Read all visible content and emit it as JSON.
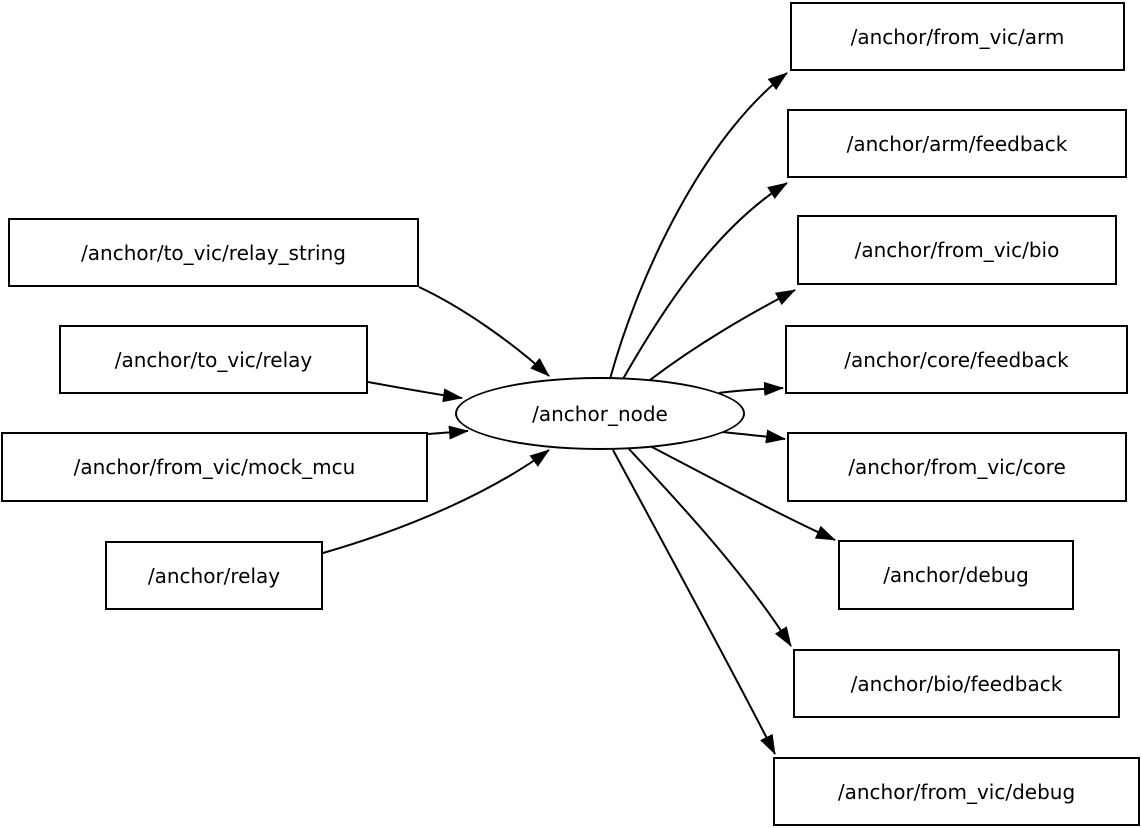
{
  "colors": {
    "background": "#ffffff",
    "node_border": "#000000",
    "edge": "#000000",
    "text": "#000000"
  },
  "graph": {
    "center_node": {
      "id": "anchor_node",
      "label": "/anchor_node",
      "shape": "ellipse"
    },
    "input_topics": [
      {
        "id": "to_vic_relay_string",
        "label": "/anchor/to_vic/relay_string"
      },
      {
        "id": "to_vic_relay",
        "label": "/anchor/to_vic/relay"
      },
      {
        "id": "from_vic_mock_mcu",
        "label": "/anchor/from_vic/mock_mcu"
      },
      {
        "id": "relay",
        "label": "/anchor/relay"
      }
    ],
    "output_topics": [
      {
        "id": "from_vic_arm",
        "label": "/anchor/from_vic/arm"
      },
      {
        "id": "arm_feedback",
        "label": "/anchor/arm/feedback"
      },
      {
        "id": "from_vic_bio",
        "label": "/anchor/from_vic/bio"
      },
      {
        "id": "core_feedback",
        "label": "/anchor/core/feedback"
      },
      {
        "id": "from_vic_core",
        "label": "/anchor/from_vic/core"
      },
      {
        "id": "debug",
        "label": "/anchor/debug"
      },
      {
        "id": "bio_feedback",
        "label": "/anchor/bio/feedback"
      },
      {
        "id": "from_vic_debug",
        "label": "/anchor/from_vic/debug"
      }
    ],
    "edges": [
      {
        "from": "to_vic_relay_string",
        "to": "anchor_node"
      },
      {
        "from": "to_vic_relay",
        "to": "anchor_node"
      },
      {
        "from": "from_vic_mock_mcu",
        "to": "anchor_node"
      },
      {
        "from": "relay",
        "to": "anchor_node"
      },
      {
        "from": "anchor_node",
        "to": "from_vic_arm"
      },
      {
        "from": "anchor_node",
        "to": "arm_feedback"
      },
      {
        "from": "anchor_node",
        "to": "from_vic_bio"
      },
      {
        "from": "anchor_node",
        "to": "core_feedback"
      },
      {
        "from": "anchor_node",
        "to": "from_vic_core"
      },
      {
        "from": "anchor_node",
        "to": "debug"
      },
      {
        "from": "anchor_node",
        "to": "bio_feedback"
      },
      {
        "from": "anchor_node",
        "to": "from_vic_debug"
      }
    ]
  }
}
